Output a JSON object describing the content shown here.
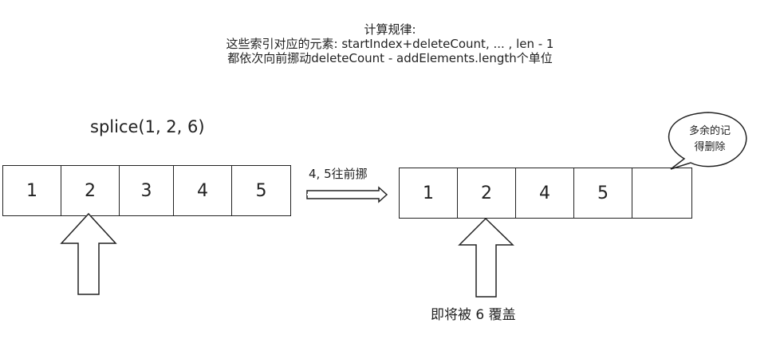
{
  "note": {
    "line1": "计算规律:",
    "line2": "这些索引对应的元素: startIndex+deleteCount, ... , len - 1",
    "line3": "都依次向前挪动deleteCount - addElements.length个单位"
  },
  "call_label": "splice(1, 2, 6)",
  "before_array": [
    "1",
    "2",
    "3",
    "4",
    "5"
  ],
  "shift_label": "4, 5往前挪",
  "after_array": [
    "1",
    "2",
    "4",
    "5",
    ""
  ],
  "bubble": {
    "line1": "多余的记",
    "line2": "得删除"
  },
  "bottom_label": "即将被 6 覆盖"
}
